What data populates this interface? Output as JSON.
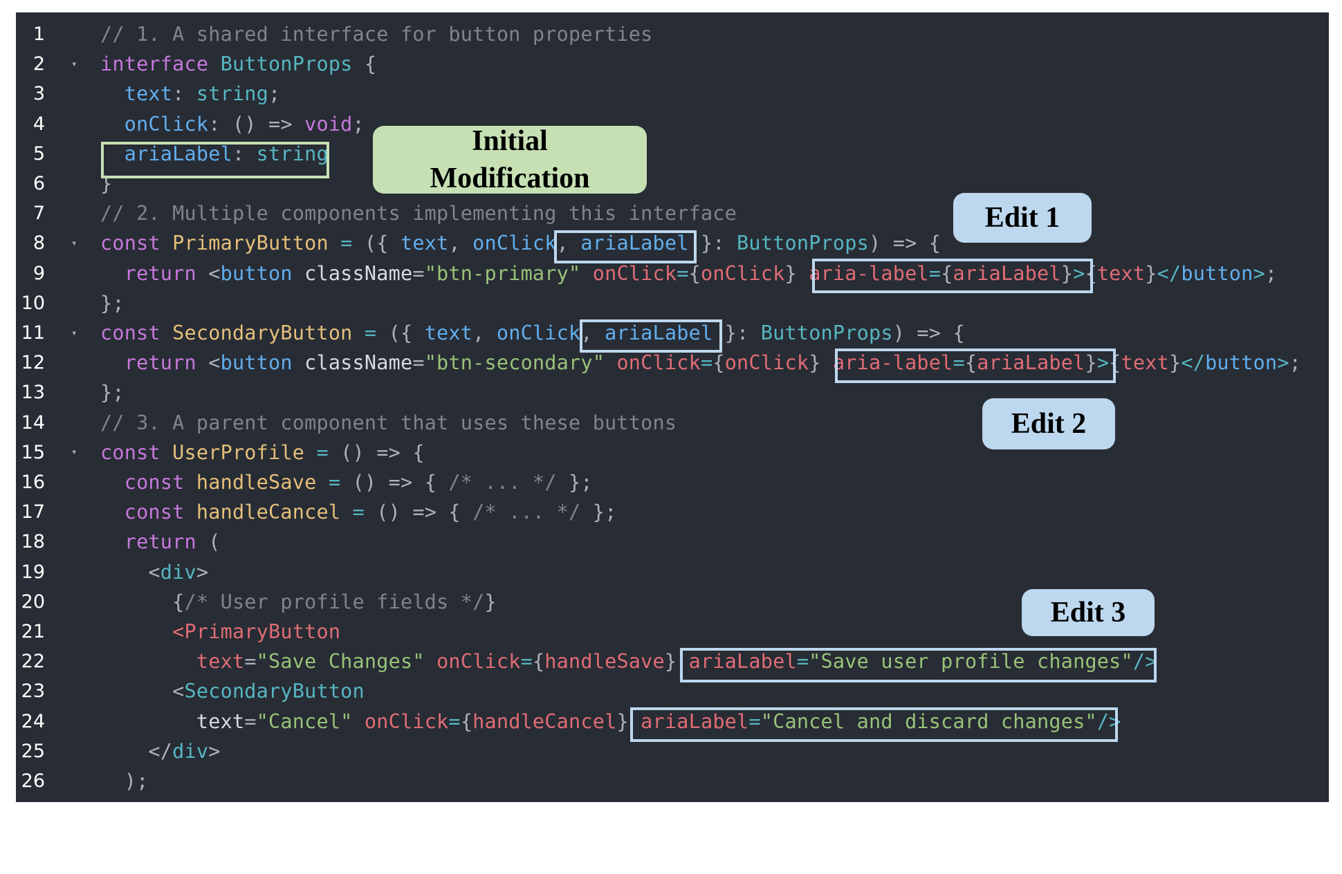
{
  "editor": {
    "lines": [
      {
        "n": "1",
        "fold": "",
        "tokens": [
          [
            "c-comment",
            "// 1. A shared interface for button properties"
          ]
        ]
      },
      {
        "n": "2",
        "fold": "▾",
        "tokens": [
          [
            "c-kw",
            "interface "
          ],
          [
            "c-type",
            "ButtonProps"
          ],
          [
            "c-plain",
            " {"
          ]
        ]
      },
      {
        "n": "3",
        "fold": "",
        "tokens": [
          [
            "c-plain",
            "  "
          ],
          [
            "c-prop",
            "text"
          ],
          [
            "c-plain",
            ": "
          ],
          [
            "c-type",
            "string"
          ],
          [
            "c-plain",
            ";"
          ]
        ]
      },
      {
        "n": "4",
        "fold": "",
        "tokens": [
          [
            "c-plain",
            "  "
          ],
          [
            "c-prop",
            "onClick"
          ],
          [
            "c-plain",
            ": () => "
          ],
          [
            "c-kw",
            "void"
          ],
          [
            "c-plain",
            ";"
          ]
        ]
      },
      {
        "n": "5",
        "fold": "",
        "tokens": [
          [
            "c-plain",
            "  "
          ],
          [
            "c-prop",
            "ariaLabel"
          ],
          [
            "c-plain",
            ": "
          ],
          [
            "c-type",
            "string"
          ]
        ]
      },
      {
        "n": "6",
        "fold": "",
        "tokens": [
          [
            "c-plain",
            "}"
          ]
        ]
      },
      {
        "n": "7",
        "fold": "",
        "tokens": [
          [
            "c-comment",
            "// 2. Multiple components implementing this interface"
          ]
        ]
      },
      {
        "n": "8",
        "fold": "▾",
        "tokens": [
          [
            "c-kw",
            "const "
          ],
          [
            "c-fn",
            "PrimaryButton"
          ],
          [
            "c-type",
            " = "
          ],
          [
            "c-plain",
            "({ "
          ],
          [
            "c-prop",
            "text"
          ],
          [
            "c-plain",
            ", "
          ],
          [
            "c-prop",
            "onClick"
          ],
          [
            "c-plain",
            ", "
          ],
          [
            "c-prop",
            "ariaLabel"
          ],
          [
            "c-plain",
            " }: "
          ],
          [
            "c-type",
            "ButtonProps"
          ],
          [
            "c-plain",
            ") => {"
          ]
        ]
      },
      {
        "n": "9",
        "fold": "",
        "tokens": [
          [
            "c-plain",
            "  "
          ],
          [
            "c-kw",
            "return "
          ],
          [
            "c-plain",
            "<"
          ],
          [
            "c-prop",
            "button "
          ],
          [
            "c-white",
            "className"
          ],
          [
            "c-plain",
            "="
          ],
          [
            "c-str",
            "\"btn-primary\" "
          ],
          [
            "c-attr",
            "onClick"
          ],
          [
            "c-type",
            "="
          ],
          [
            "c-plain",
            "{"
          ],
          [
            "c-attr",
            "onClick"
          ],
          [
            "c-plain",
            "} "
          ],
          [
            "c-attr",
            "aria-label"
          ],
          [
            "c-type",
            "="
          ],
          [
            "c-plain",
            "{"
          ],
          [
            "c-attr",
            "ariaLabel"
          ],
          [
            "c-plain",
            "}"
          ],
          [
            "c-type",
            ">"
          ],
          [
            "c-plain",
            "{"
          ],
          [
            "c-attr",
            "text"
          ],
          [
            "c-plain",
            "}"
          ],
          [
            "c-type",
            "</"
          ],
          [
            "c-prop",
            "button"
          ],
          [
            "c-type",
            ">"
          ],
          [
            "c-plain",
            ";"
          ]
        ]
      },
      {
        "n": "10",
        "fold": "",
        "tokens": [
          [
            "c-plain",
            "};"
          ]
        ]
      },
      {
        "n": "11",
        "fold": "▾",
        "tokens": [
          [
            "c-kw",
            "const "
          ],
          [
            "c-fn",
            "SecondaryButton"
          ],
          [
            "c-type",
            " = "
          ],
          [
            "c-plain",
            "({ "
          ],
          [
            "c-prop",
            "text"
          ],
          [
            "c-plain",
            ", "
          ],
          [
            "c-prop",
            "onClick"
          ],
          [
            "c-plain",
            ", "
          ],
          [
            "c-prop",
            "ariaLabel"
          ],
          [
            "c-plain",
            " }: "
          ],
          [
            "c-type",
            "ButtonProps"
          ],
          [
            "c-plain",
            ") => {"
          ]
        ]
      },
      {
        "n": "12",
        "fold": "",
        "tokens": [
          [
            "c-plain",
            "  "
          ],
          [
            "c-kw",
            "return "
          ],
          [
            "c-plain",
            "<"
          ],
          [
            "c-prop",
            "button "
          ],
          [
            "c-white",
            "className"
          ],
          [
            "c-plain",
            "="
          ],
          [
            "c-str",
            "\"btn-secondary\" "
          ],
          [
            "c-attr",
            "onClick"
          ],
          [
            "c-type",
            "="
          ],
          [
            "c-plain",
            "{"
          ],
          [
            "c-attr",
            "onClick"
          ],
          [
            "c-plain",
            "} "
          ],
          [
            "c-attr",
            "aria-label"
          ],
          [
            "c-type",
            "="
          ],
          [
            "c-plain",
            "{"
          ],
          [
            "c-attr",
            "ariaLabel"
          ],
          [
            "c-plain",
            "}"
          ],
          [
            "c-type",
            ">"
          ],
          [
            "c-plain",
            "{"
          ],
          [
            "c-attr",
            "text"
          ],
          [
            "c-plain",
            "}"
          ],
          [
            "c-type",
            "</"
          ],
          [
            "c-prop",
            "button"
          ],
          [
            "c-type",
            ">"
          ],
          [
            "c-plain",
            ";"
          ]
        ]
      },
      {
        "n": "13",
        "fold": "",
        "tokens": [
          [
            "c-plain",
            "};"
          ]
        ]
      },
      {
        "n": "14",
        "fold": "",
        "tokens": [
          [
            "c-comment",
            "// 3. A parent component that uses these buttons"
          ]
        ]
      },
      {
        "n": "15",
        "fold": "▾",
        "tokens": [
          [
            "c-kw",
            "const "
          ],
          [
            "c-fn",
            "UserProfile"
          ],
          [
            "c-type",
            " = "
          ],
          [
            "c-plain",
            "() => {"
          ]
        ]
      },
      {
        "n": "16",
        "fold": "",
        "tokens": [
          [
            "c-plain",
            "  "
          ],
          [
            "c-kw",
            "const "
          ],
          [
            "c-fn",
            "handleSave"
          ],
          [
            "c-type",
            " = "
          ],
          [
            "c-plain",
            "() => { "
          ],
          [
            "c-comment",
            "/* ... */"
          ],
          [
            "c-plain",
            " };"
          ]
        ]
      },
      {
        "n": "17",
        "fold": "",
        "tokens": [
          [
            "c-plain",
            "  "
          ],
          [
            "c-kw",
            "const "
          ],
          [
            "c-fn",
            "handleCancel"
          ],
          [
            "c-type",
            " = "
          ],
          [
            "c-plain",
            "() => { "
          ],
          [
            "c-comment",
            "/* ... */"
          ],
          [
            "c-plain",
            " };"
          ]
        ]
      },
      {
        "n": "18",
        "fold": "",
        "tokens": [
          [
            "c-plain",
            "  "
          ],
          [
            "c-kw",
            "return "
          ],
          [
            "c-plain",
            "("
          ]
        ]
      },
      {
        "n": "19",
        "fold": "",
        "tokens": [
          [
            "c-plain",
            "    <"
          ],
          [
            "c-type",
            "div"
          ],
          [
            "c-plain",
            ">"
          ]
        ]
      },
      {
        "n": "20",
        "fold": "",
        "tokens": [
          [
            "c-plain",
            "      {"
          ],
          [
            "c-comment",
            "/* User profile fields */"
          ],
          [
            "c-plain",
            "}"
          ]
        ]
      },
      {
        "n": "21",
        "fold": "",
        "tokens": [
          [
            "c-plain",
            "      "
          ],
          [
            "c-attr",
            "<"
          ],
          [
            "c-attr",
            "PrimaryButton"
          ]
        ]
      },
      {
        "n": "22",
        "fold": "",
        "tokens": [
          [
            "c-plain",
            "        "
          ],
          [
            "c-attr",
            "text"
          ],
          [
            "c-plain",
            "="
          ],
          [
            "c-str",
            "\"Save Changes\" "
          ],
          [
            "c-attr",
            "onClick"
          ],
          [
            "c-type",
            "="
          ],
          [
            "c-plain",
            "{"
          ],
          [
            "c-attr",
            "handleSave"
          ],
          [
            "c-plain",
            "} "
          ],
          [
            "c-attr",
            "ariaLabel"
          ],
          [
            "c-type",
            "="
          ],
          [
            "c-str",
            "\"Save user profile changes\""
          ],
          [
            "c-type",
            "/>"
          ]
        ]
      },
      {
        "n": "23",
        "fold": "",
        "tokens": [
          [
            "c-plain",
            "      <"
          ],
          [
            "c-type",
            "SecondaryButton"
          ]
        ]
      },
      {
        "n": "24",
        "fold": "",
        "tokens": [
          [
            "c-plain",
            "        "
          ],
          [
            "c-white",
            "text"
          ],
          [
            "c-plain",
            "="
          ],
          [
            "c-str",
            "\"Cancel\" "
          ],
          [
            "c-attr",
            "onClick"
          ],
          [
            "c-type",
            "="
          ],
          [
            "c-plain",
            "{"
          ],
          [
            "c-attr",
            "handleCancel"
          ],
          [
            "c-plain",
            "} "
          ],
          [
            "c-attr",
            "ariaLabel"
          ],
          [
            "c-type",
            "="
          ],
          [
            "c-str",
            "\"Cancel and discard changes\""
          ],
          [
            "c-type",
            "/>"
          ]
        ]
      },
      {
        "n": "25",
        "fold": "",
        "tokens": [
          [
            "c-plain",
            "    </"
          ],
          [
            "c-type",
            "div"
          ],
          [
            "c-plain",
            ">"
          ]
        ]
      },
      {
        "n": "26",
        "fold": "",
        "tokens": [
          [
            "c-plain",
            "  );"
          ]
        ]
      }
    ]
  },
  "annotations": {
    "initial_line1": "Initial",
    "initial_line2": "Modification",
    "edit1": "Edit 1",
    "edit2": "Edit 2",
    "edit3": "Edit 3"
  },
  "colors": {
    "editor_bg": "#282c34",
    "highlight_green": "#c6e0b4",
    "highlight_blue": "#bdd7ee"
  }
}
